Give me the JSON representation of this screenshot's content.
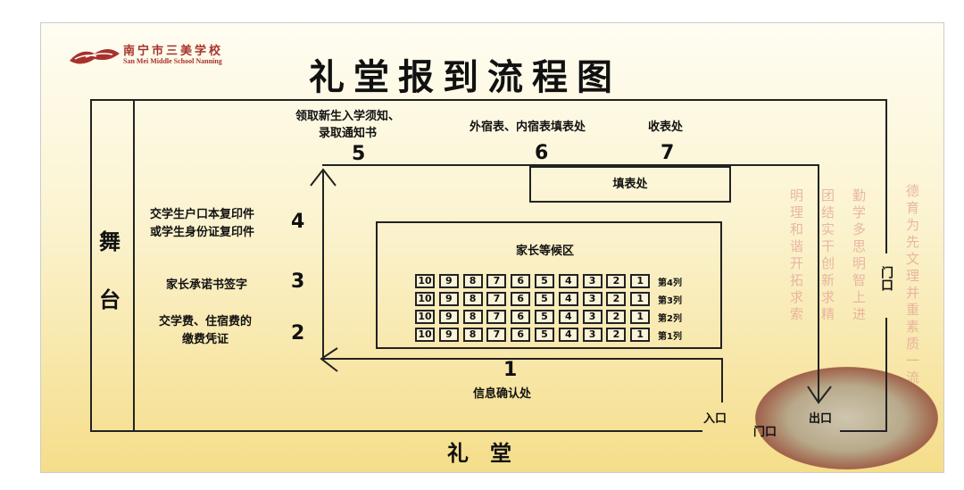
{
  "logo": {
    "cn": "南宁市三美学校",
    "en": "San Mei Middle School Nanning"
  },
  "title": "礼堂报到流程图",
  "stage": [
    "舞",
    "台"
  ],
  "hall_label": "礼　堂",
  "steps": {
    "s5": {
      "num": "5",
      "label_l1": "领取新生入学须知、",
      "label_l2": "录取通知书"
    },
    "s6": {
      "num": "6",
      "label": "外宿表、内宿表填表处"
    },
    "s7": {
      "num": "7",
      "label": "收表处"
    },
    "s4": {
      "num": "4",
      "label_l1": "交学生户口本复印件",
      "label_l2": "或学生身份证复印件"
    },
    "s3": {
      "num": "3",
      "label": "家长承诺书签字"
    },
    "s2": {
      "num": "2",
      "label_l1": "交学费、住宿费的",
      "label_l2": "缴费凭证"
    },
    "s1": {
      "num": "1",
      "label": "信息确认处"
    }
  },
  "form_area": "填表处",
  "waiting_area": "家长等候区",
  "seats": [
    "10",
    "9",
    "8",
    "7",
    "6",
    "5",
    "4",
    "3",
    "2",
    "1"
  ],
  "rows": [
    "第4列",
    "第3列",
    "第2列",
    "第1列"
  ],
  "doors": {
    "entrance": "入口",
    "exit": "出口",
    "door_right": "门口",
    "door_bottom": "门口"
  },
  "deco_text": [
    "明理和谐开拓求索",
    "团结实干创新求精",
    "勤学多思明智上进",
    "德育为先文理并重素质一流"
  ]
}
